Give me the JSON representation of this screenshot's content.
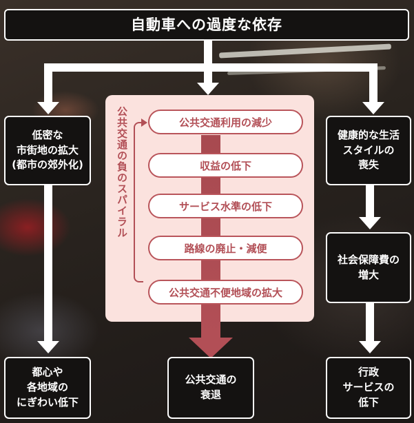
{
  "title": "自動車への過度な依存",
  "left": {
    "top": "低密な\n市街地の拡大\n(都市の郊外化)",
    "bottom": "都心や\n各地域の\nにぎわい低下"
  },
  "right": {
    "top": "健康的な生活\nスタイルの\n喪失",
    "middle": "社会保障費の\n増大",
    "bottom": "行政\nサービスの\n低下"
  },
  "center": {
    "spiral_label": "公共交通の負のスパイラル",
    "steps": [
      "公共交通利用の減少",
      "収益の低下",
      "サービス水準の低下",
      "路線の廃止・減便",
      "公共交通不便地域の拡大"
    ],
    "bottom": "公共交通の\n衰退"
  },
  "colors": {
    "box_bg": "#141211",
    "box_border": "#ffffff",
    "panel_bg": "#fbe2de",
    "accent": "#b24f56"
  }
}
